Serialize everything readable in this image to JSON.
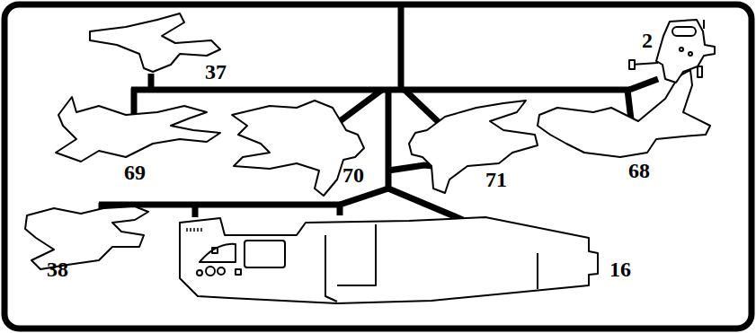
{
  "diagram": {
    "labels": [
      "37",
      "2",
      "69",
      "70",
      "71",
      "68",
      "38",
      "16"
    ]
  }
}
